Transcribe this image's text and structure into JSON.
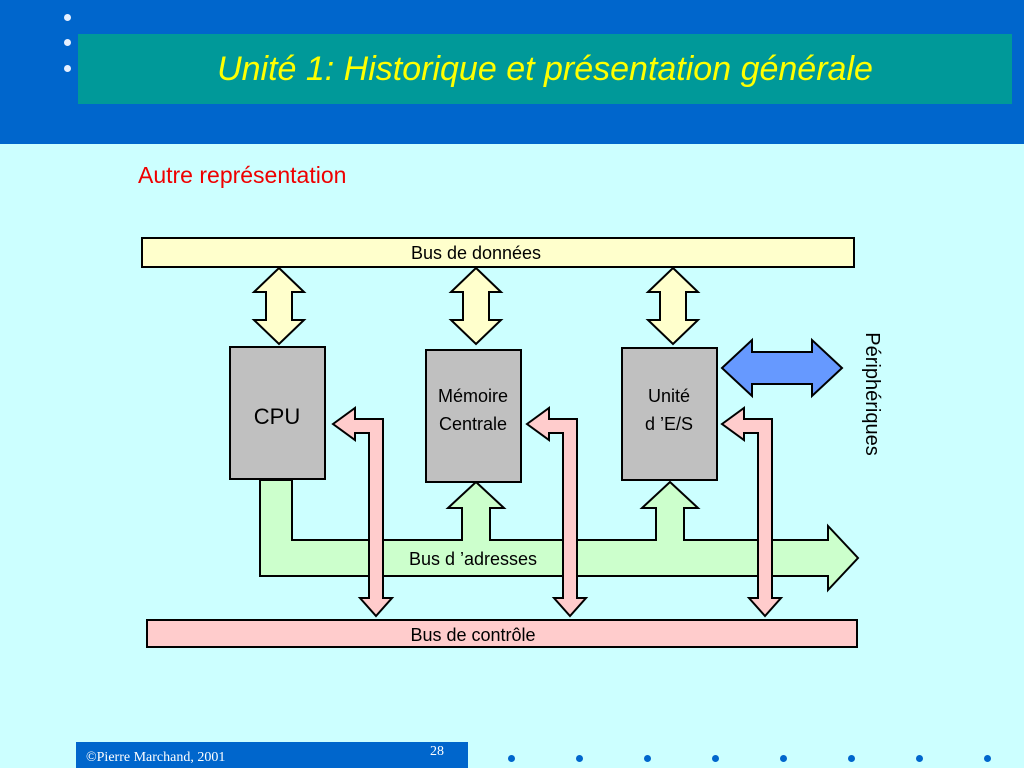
{
  "header": {
    "title": "Unité 1:  Historique et présentation générale"
  },
  "section": {
    "subtitle": "Autre représentation"
  },
  "diagram": {
    "data_bus": "Bus de données",
    "address_bus": "Bus d ’adresses",
    "control_bus": "Bus de contrôle",
    "cpu": "CPU",
    "memory": [
      "Mémoire",
      "Centrale"
    ],
    "io_unit": [
      "Unité",
      "d ’E/S"
    ],
    "peripherals": "Périphériques"
  },
  "footer": {
    "copyright": "©Pierre Marchand, 2001",
    "page": "28"
  },
  "colors": {
    "header": "#0066cc",
    "title_band": "#009999",
    "title_text": "#ffff00",
    "background": "#ccffff",
    "subtitle": "#ee0000",
    "data_bus": "#ffffcc",
    "address_bus": "#ccffcc",
    "control_bus": "#ffcccc",
    "unit_box": "#c0c0c0",
    "peripheral_arrow": "#6699ff"
  }
}
